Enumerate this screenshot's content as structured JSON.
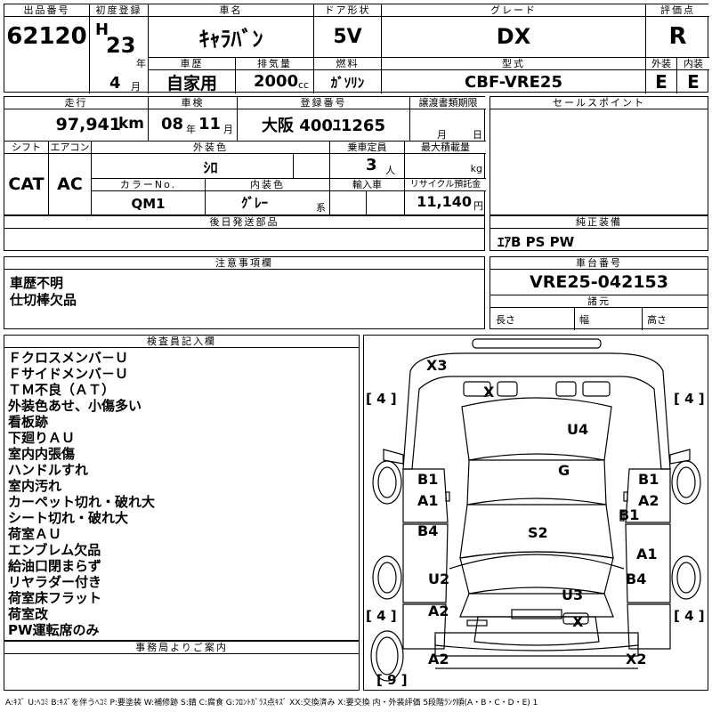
{
  "header": {
    "lot_label": "出品番号",
    "lot_number": "62120",
    "first_reg_label": "初度登録",
    "era": "H",
    "year": "23",
    "year_unit": "年",
    "month": "4",
    "month_unit": "月",
    "car_name_label": "車名",
    "car_name": "ｷｬﾗﾊﾞﾝ",
    "door_label": "ドア形状",
    "door": "5V",
    "grade_label": "グレード",
    "grade": "DX",
    "score_label": "評価点",
    "score": "R",
    "history_label": "車歴",
    "history": "自家用",
    "displacement_label": "排気量",
    "displacement": "2000",
    "displacement_unit": "cc",
    "fuel_label": "燃料",
    "fuel": "ｶﾞｿﾘﾝ",
    "model_label": "型式",
    "model": "CBF-VRE25",
    "exterior_label": "外装",
    "exterior": "E",
    "interior_label": "内装",
    "interior": "E"
  },
  "row2": {
    "mileage_label": "走行",
    "mileage": "97,941",
    "mileage_unit": "km",
    "inspection_label": "車検",
    "insp_year": "08",
    "insp_year_unit": "年",
    "insp_month": "11",
    "insp_month_unit": "月",
    "reg_no_label": "登録番号",
    "reg_no": "大阪 400ﾕ1265",
    "transfer_label": "譲渡書類期限",
    "transfer_month_unit": "月",
    "transfer_day_unit": "日",
    "sales_label": "セールスポイント"
  },
  "row3": {
    "shift_label": "シフト",
    "shift": "CAT",
    "ac_label": "エアコン",
    "ac": "AC",
    "color_label": "外装色",
    "color": "ｼﾛ",
    "capacity_label": "乗車定員",
    "capacity": "3",
    "capacity_unit": "人",
    "max_load_label": "最大積載量",
    "max_load_unit": "kg",
    "color_no_label": "カラーNo.",
    "color_no": "QM1",
    "int_color_label": "内装色",
    "int_color": "ｸﾞﾚｰ",
    "int_color_unit": "系",
    "import_label": "輸入車",
    "recycle_label": "リサイクル預託金",
    "recycle": "11,140",
    "recycle_unit": "円"
  },
  "later_parts_label": "後日発送部品",
  "equipment_label": "純正装備",
  "equipment": "ｴｱB PS PW",
  "caution_label": "注意事項欄",
  "caution_lines": [
    "車歴不明",
    "仕切棒欠品"
  ],
  "chassis_label": "車台番号",
  "chassis": "VRE25-042153",
  "specs_label": "諸元",
  "length_label": "長さ",
  "width_label": "幅",
  "height_label": "高さ",
  "inspector_label": "検査員記入欄",
  "inspector_lines": [
    "Ｆクロスメンバ－Ｕ",
    "Ｆサイドメンバ－Ｕ",
    "ＴＭ不良（ＡＴ）",
    "外装色あせ、小傷多い",
    "看板跡",
    "下廻りＡＵ",
    "室内内張傷",
    "ハンドルすれ",
    "室内汚れ",
    "カーペット切れ・破れ大",
    "シート切れ・破れ大",
    "荷室ＡＵ",
    "エンブレム欠品",
    "給油口閉まらず",
    "リヤラダー付き",
    "荷室床フラット",
    "荷室改",
    "PW運転席のみ"
  ],
  "office_label": "事務局よりご案内",
  "diagram": {
    "marks": [
      "X3",
      "X",
      "U4",
      "G",
      "B1",
      "A1",
      "B4",
      "S2",
      "B1",
      "A2",
      "B1",
      "A1",
      "U2",
      "B4",
      "A2",
      "U3",
      "X",
      "A2",
      "X2"
    ],
    "brackets": [
      "4",
      "4",
      "4",
      "4",
      "9"
    ]
  },
  "legend": "A:ｷｽﾞ U:ﾍｺﾐ B:ｷｽﾞを伴うﾍｺﾐ P:要塗装 W:補修跡 S:錆 C:腐食 G:ﾌﾛﾝﾄｶﾞﾗｽ点ｷｽﾞ XX:交換済み X:要交換 内・外装評価 5段階ﾗﾝｸ順(A・B・C・D・E) 1"
}
